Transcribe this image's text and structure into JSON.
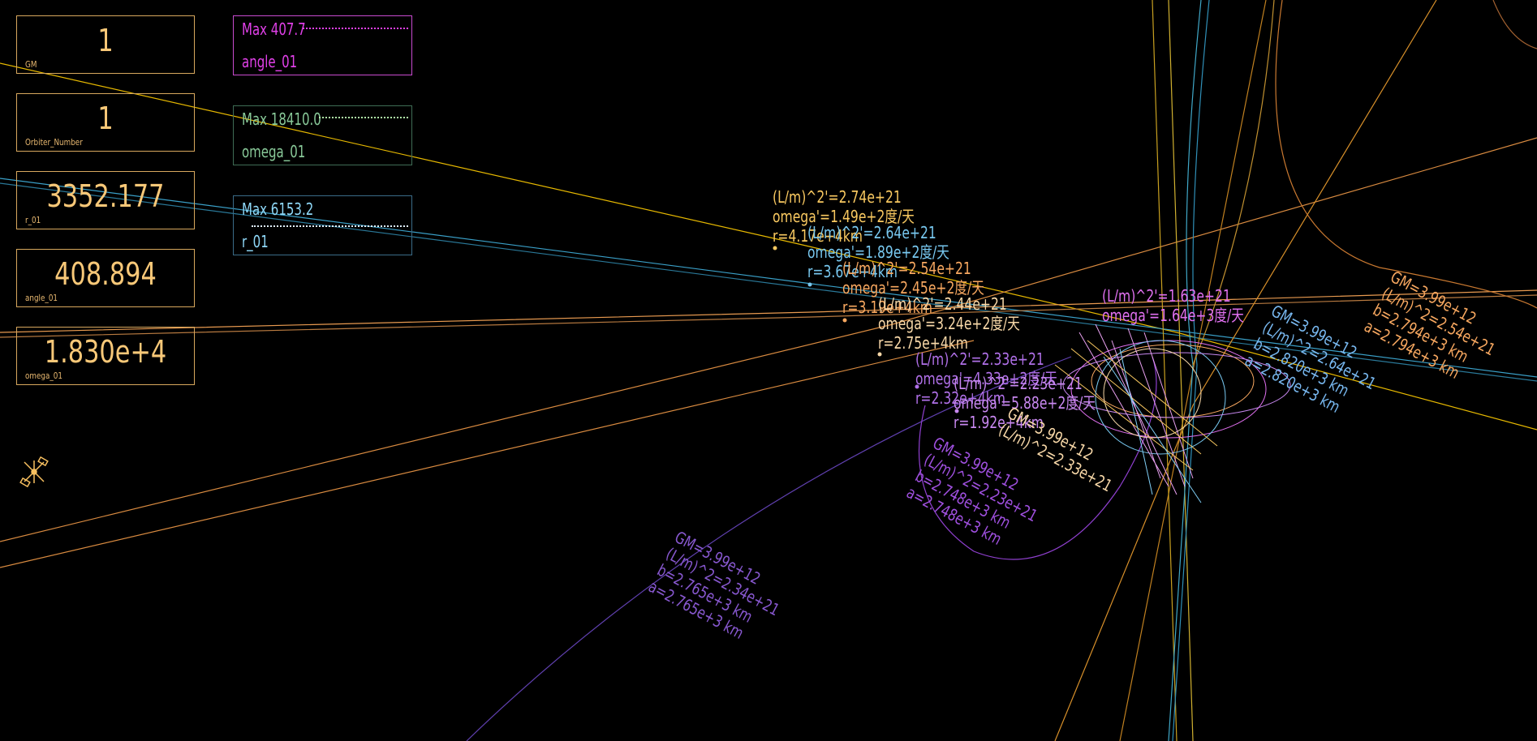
{
  "readouts": [
    {
      "label": "GM",
      "value": "1"
    },
    {
      "label": "Orbiter_Number",
      "value": "1"
    },
    {
      "label": "r_01",
      "value": "3352.177"
    },
    {
      "label": "angle_01",
      "value": "408.894"
    },
    {
      "label": "omega_01",
      "value": "1.830e+4"
    }
  ],
  "graphs": [
    {
      "name": "angle_01",
      "max_label": "Max 407.7",
      "color": "#e040e8"
    },
    {
      "name": "omega_01",
      "max_label": "Max 18410.0",
      "color": "#88c898"
    },
    {
      "name": "r_01",
      "max_label": "Max 6153.2",
      "color": "#8fd8f8"
    }
  ],
  "orbiter_labels": [
    {
      "lines": [
        "(L/m)^2'=2.74e+21",
        "omega'=1.49e+2度/天",
        "r=4.17e+4km"
      ],
      "color": "#f8c860"
    },
    {
      "lines": [
        "(L/m)^2'=2.64e+21",
        "omega'=1.89e+2度/天",
        "r=3.67e+4km"
      ],
      "color": "#78c8f0"
    },
    {
      "lines": [
        "(L/m)^2'=2.54e+21",
        "omega'=2.45e+2度/天",
        "r=3.19e+4km"
      ],
      "color": "#f8a860"
    },
    {
      "lines": [
        "(L/m)^2'=2.44e+21",
        "omega'=3.24e+2度/天",
        "r=2.75e+4km"
      ],
      "color": "#f8d8a8"
    },
    {
      "lines": [
        "(L/m)^2'=2.33e+21",
        "omega'=4.33e+2度/天",
        "r=2.32e+4km"
      ],
      "color": "#b070e8"
    },
    {
      "lines": [
        "(L/m)^2'=2.23e+21",
        "omega'=5.88e+2度/天",
        "r=1.92e+4km"
      ],
      "color": "#c888f0"
    },
    {
      "lines": [
        "(L/m)^2'=1.63e+21",
        "omega'=1.64e+3度/天"
      ],
      "color": "#e070f0"
    }
  ],
  "orbit_labels": [
    {
      "lines": [
        "GM=3.99e+12",
        "(L/m)^2=2.54e+21",
        "b=2.794e+3 km",
        "a=2.794e+3 km"
      ],
      "color": "#f8a860"
    },
    {
      "lines": [
        "GM=3.99e+12",
        "(L/m)^2=2.64e+21",
        "b=2.820e+3 km",
        "a=2.820e+3 km"
      ],
      "color": "#78b8f0"
    },
    {
      "lines": [
        "GM=3.99e+12",
        "(L/m)^2=2.34e+21",
        "b=2.765e+3 km",
        "a=2.765e+3 km"
      ],
      "color": "#8858d0"
    },
    {
      "lines": [
        "GM=3.99e+12",
        "(L/m)^2=2.23e+21",
        "b=2.748e+3 km",
        "a=2.748e+3 km"
      ],
      "color": "#a050e0"
    },
    {
      "lines": [
        "GM=3.99e+12",
        "(L/m)^2=2.33e+21"
      ],
      "color": "#f8d8a8"
    }
  ]
}
